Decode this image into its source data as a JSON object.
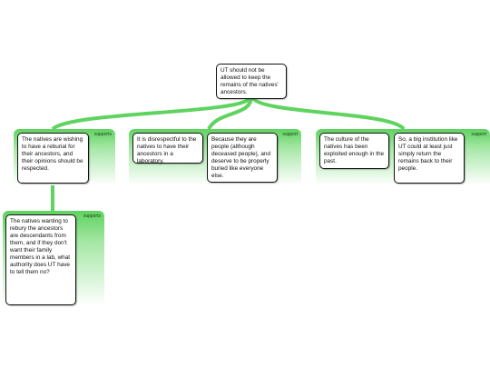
{
  "claim": {
    "text": "UT should not be allowed to keep the remains of the natives' ancestors."
  },
  "groups": {
    "left": {
      "tag": "supports"
    },
    "mid": {
      "tag": "support"
    },
    "right": {
      "tag": "support"
    },
    "child": {
      "tag": "supports"
    }
  },
  "reasons": {
    "r1": "The natives are wishing to have a reburial for their ancestors, and their opinions should be respected.",
    "r2": "It is disrespectful to the natives to have their ancestors in a laboratory.",
    "r3": "Because they are people (although deceased people), and deserve to be properly buried like everyone else.",
    "r4": "The culture of the natives has been exploited enough in the past.",
    "r5": "So, a big institution like UT could at least just simply return the remains back to their people.",
    "r6": "The natives wanting to rebury the ancestors are descendants from them, and if they don't want their family members in a lab, what authority does UT have to tell them no?"
  },
  "colors": {
    "connector": "#5fd35f",
    "group_top": "#5fd35f",
    "box_border": "#111111"
  }
}
